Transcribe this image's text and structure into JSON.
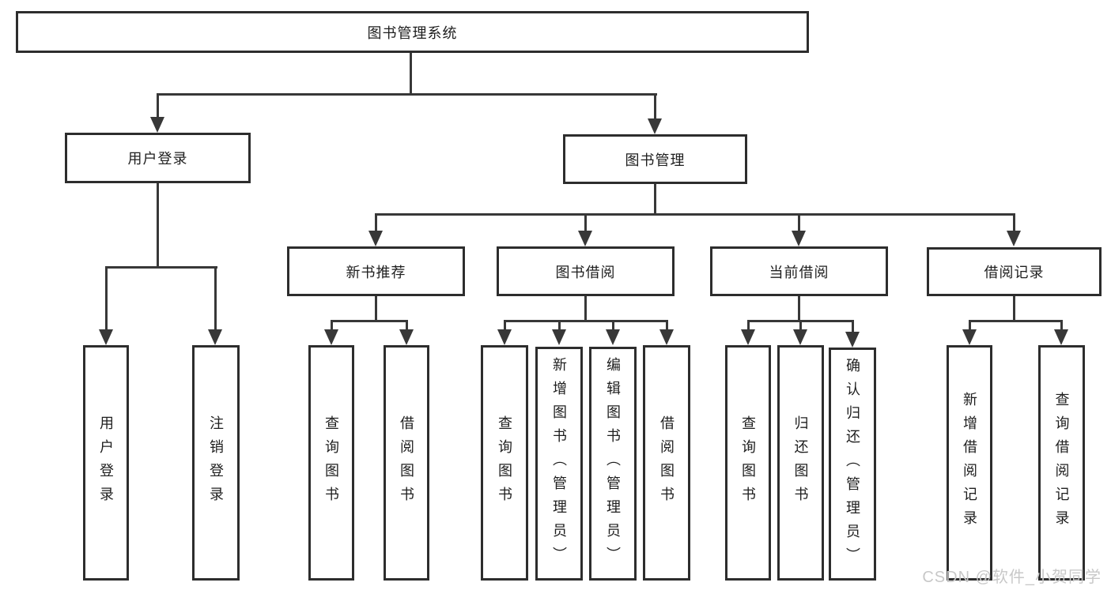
{
  "diagram": {
    "type": "tree-functional-structure",
    "background_color": "#ffffff",
    "line_color": "#383838",
    "box_border_color": "#2d2d2d",
    "text_color": "#1e1e1e",
    "nodes": {
      "root": "图书管理系统",
      "user_login": "用户登录",
      "book_mgmt": "图书管理",
      "new_book_rec": "新书推荐",
      "book_borrow": "图书借阅",
      "current_borrow": "当前借阅",
      "borrow_record": "借阅记录",
      "ul_login": "用户登录",
      "ul_logout": "注销登录",
      "nb_query": "查询图书",
      "nb_borrow": "借阅图书",
      "bb_query": "查询图书",
      "bb_add": "新增图书（管理员）",
      "bb_edit": "编辑图书（管理员）",
      "bb_borrow": "借阅图书",
      "cb_query": "查询图书",
      "cb_return": "归还图书",
      "cb_confirm": "确认归还（管理员）",
      "br_add": "新增借阅记录",
      "br_query": "查询借阅记录"
    },
    "hierarchy": {
      "图书管理系统": {
        "用户登录": [
          "用户登录",
          "注销登录"
        ],
        "图书管理": {
          "新书推荐": [
            "查询图书",
            "借阅图书"
          ],
          "图书借阅": [
            "查询图书",
            "新增图书（管理员）",
            "编辑图书（管理员）",
            "借阅图书"
          ],
          "当前借阅": [
            "查询图书",
            "归还图书",
            "确认归还（管理员）"
          ],
          "借阅记录": [
            "新增借阅记录",
            "查询借阅记录"
          ]
        }
      }
    },
    "watermark": {
      "text": "CSDN @软件_小贺同学",
      "color": "#c8c8c8"
    }
  }
}
